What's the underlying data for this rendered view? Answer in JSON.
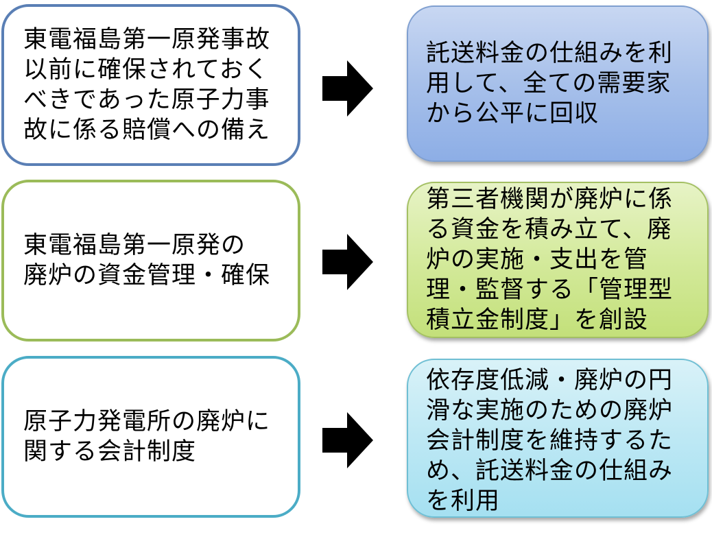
{
  "rows": [
    {
      "left": "東電福島第一原発事故\n以前に確保されておく\nべきであった原子力事\n故に係る賠償への備え",
      "right": "託送料金の仕組みを利\n用して、全ての需要家\nから公平に回収"
    },
    {
      "left": "東電福島第一原発の\n廃炉の資金管理・確保",
      "right": "第三者機関が廃炉に係\nる資金を積み立て、廃\n炉の実施・支出を管\n理・監督する「管理型\n積立金制度」を創設"
    },
    {
      "left": "原子力発電所の廃炉に\n関する会計制度",
      "right": "依存度低減・廃炉の円\n滑な実施のための廃炉\n会計制度を維持するた\nめ、託送料金の仕組み\nを利用"
    }
  ],
  "colors": {
    "row1_border": "#5a7fb5",
    "row2_border": "#9bbb59",
    "row3_border": "#4bacc6",
    "row1_fill": "#a7c0ea",
    "row2_fill": "#d4ea9c",
    "row3_fill": "#bde8f4",
    "arrow": "#000000"
  },
  "icons": [
    "right-arrow-icon",
    "right-arrow-icon",
    "right-arrow-icon"
  ]
}
